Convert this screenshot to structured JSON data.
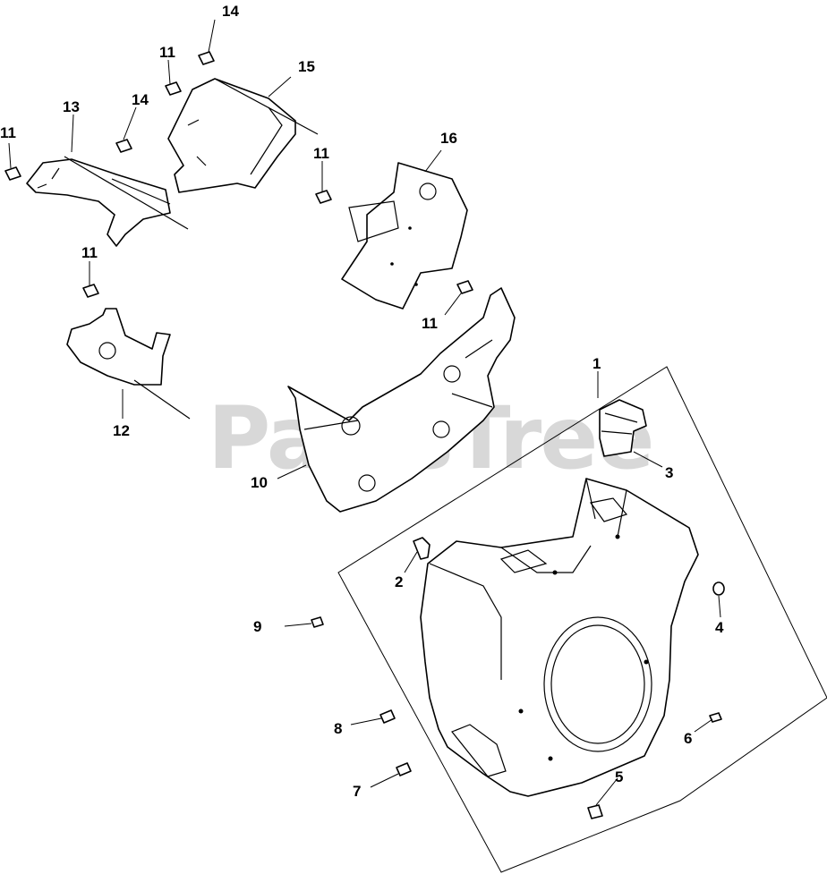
{
  "diagram": {
    "watermark": "PartsTree",
    "callouts": [
      {
        "id": "c1",
        "label": "1"
      },
      {
        "id": "c2",
        "label": "2"
      },
      {
        "id": "c3",
        "label": "3"
      },
      {
        "id": "c4",
        "label": "4"
      },
      {
        "id": "c5",
        "label": "5"
      },
      {
        "id": "c6",
        "label": "6"
      },
      {
        "id": "c7",
        "label": "7"
      },
      {
        "id": "c8",
        "label": "8"
      },
      {
        "id": "c9",
        "label": "9"
      },
      {
        "id": "c10",
        "label": "10"
      },
      {
        "id": "c11a",
        "label": "11"
      },
      {
        "id": "c11b",
        "label": "11"
      },
      {
        "id": "c11c",
        "label": "11"
      },
      {
        "id": "c11d",
        "label": "11"
      },
      {
        "id": "c11e",
        "label": "11"
      },
      {
        "id": "c12",
        "label": "12"
      },
      {
        "id": "c13",
        "label": "13"
      },
      {
        "id": "c14a",
        "label": "14"
      },
      {
        "id": "c14b",
        "label": "14"
      },
      {
        "id": "c15",
        "label": "15"
      },
      {
        "id": "c16",
        "label": "16"
      }
    ]
  }
}
